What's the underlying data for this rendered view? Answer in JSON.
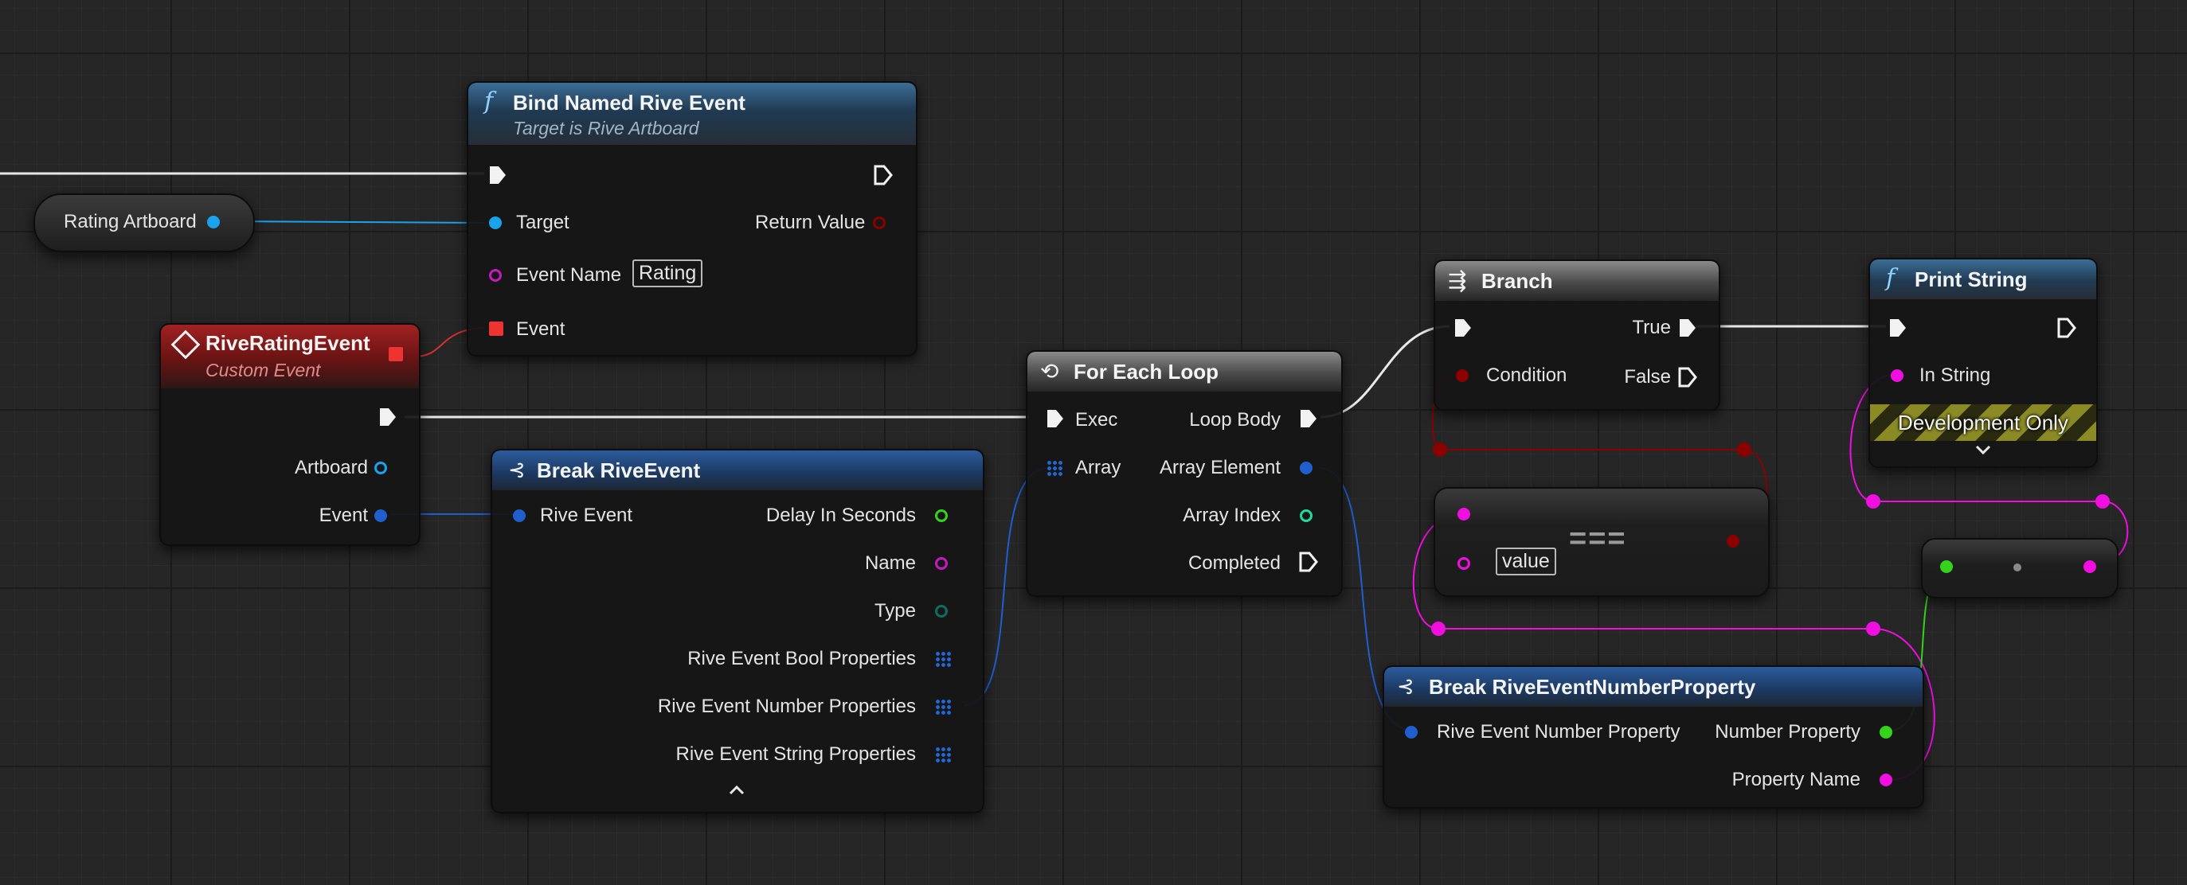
{
  "colors": {
    "exec": "#f2f2f2",
    "object": "#1aa3ec",
    "struct": "#1f5fd0",
    "name": "#c51ac1",
    "string": "#f00ee1",
    "float": "#33d41a",
    "bool": "#8c0000",
    "integer": "#1fdc9c",
    "event_pin": "#ee3333"
  },
  "nodes": {
    "bind_named_rive_event": {
      "icon": "f",
      "title": "Bind Named Rive Event",
      "subtitle": "Target is Rive Artboard",
      "target_label": "Target",
      "return_value_label": "Return Value",
      "event_name_label": "Event Name",
      "event_name_value": "Rating",
      "event_label": "Event"
    },
    "rating_artboard": {
      "label": "Rating Artboard"
    },
    "rive_rating_event": {
      "title": "RiveRatingEvent",
      "subtitle": "Custom Event",
      "artboard_label": "Artboard",
      "event_label": "Event"
    },
    "break_rive_event": {
      "title": "Break RiveEvent",
      "pins": {
        "rive_event": "Rive Event",
        "delay_in_seconds": "Delay In Seconds",
        "name": "Name",
        "type": "Type",
        "bool_properties": "Rive Event Bool Properties",
        "number_properties": "Rive Event Number Properties",
        "string_properties": "Rive Event String Properties"
      },
      "collapse_icon": "chevron-up-icon"
    },
    "for_each_loop": {
      "title": "For Each Loop",
      "exec_label": "Exec",
      "loop_body_label": "Loop Body",
      "array_label": "Array",
      "array_element_label": "Array Element",
      "array_index_label": "Array Index",
      "completed_label": "Completed"
    },
    "branch": {
      "title": "Branch",
      "true_label": "True",
      "condition_label": "Condition",
      "false_label": "False"
    },
    "print_string": {
      "icon": "f",
      "title": "Print String",
      "in_string_label": "In String",
      "dev_only_label": "Development Only",
      "expand_icon": "chevron-down-icon"
    },
    "equal_node": {
      "operator": "===",
      "value_label": "value"
    },
    "break_number_property": {
      "title": "Break RiveEventNumberProperty",
      "rive_event_number_property_label": "Rive Event Number Property",
      "number_property_label": "Number Property",
      "property_name_label": "Property Name"
    }
  }
}
